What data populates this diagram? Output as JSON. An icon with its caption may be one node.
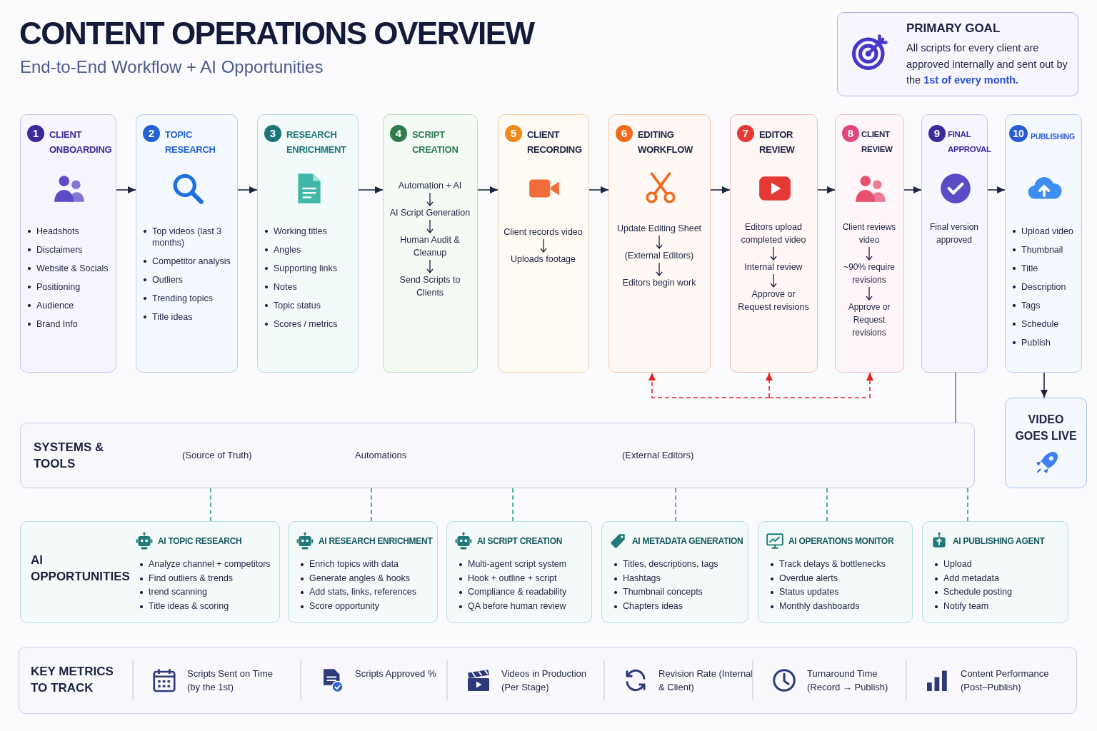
{
  "diagram": {
    "title": "CONTENT OPERATIONS OVERVIEW",
    "nodes": [
      {
        "text": [
          "PRIMARY GOAL",
          "All scripts for every client are approved internally and sent out by the **1st of every month.**"
        ]
      },
      {
        "text": [
          "1",
          "CLIENT ONBOARDING",
          "Headshots",
          "Disclaimers",
          "Website & Socials",
          "Positioning",
          "Audience",
          "Brand Info"
        ]
      },
      {
        "text": [
          "2",
          "TOPIC RESEARCH",
          "Top videos (last 3 months)",
          "Competitor analysis",
          "Outliers",
          "Trending topics",
          "Title ideas"
        ]
      },
      {
        "text": [
          "3",
          "RESEARCH ENRICHMENT",
          "Working titles",
          "Angles",
          "Supporting links",
          "Notes",
          "Topic status",
          "Scores / metrics"
        ]
      },
      {
        "text": [
          "4",
          "SCRIPT CREATION",
          "Automation + AI",
          "AI Script Generation",
          "Human Audit & Cleanup",
          "Send Scripts to Clients"
        ]
      },
      {
        "text": [
          "5",
          "CLIENT RECORDING",
          "Client records video",
          "Uploads footage"
        ]
      },
      {
        "text": [
          "6",
          "EDITING WORKFLOW",
          "Update Editing Sheet",
          "(External Editors)",
          "Editors begin work"
        ]
      },
      {
        "text": [
          "7",
          "EDITOR REVIEW",
          "Editors upload completed video",
          "Internal review",
          "Approve or Request revisions"
        ]
      },
      {
        "text": [
          "8",
          "CLIENT REVIEW",
          "Client reviews video",
          "~90% require revisions",
          "Approve or Request revisions"
        ]
      },
      {
        "text": [
          "9",
          "FINAL APPROVAL",
          "Final version approved"
        ]
      },
      {
        "text": [
          "10",
          "PUBLISHING",
          "Upload video",
          "Thumbnail",
          "Title",
          "Description",
          "Tags",
          "Schedule",
          "Publish"
        ]
      },
      {
        "text": [
          "VIDEO GOES LIVE"
        ]
      },
      {
        "text": [
          "SYSTEMS & TOOLS",
          "(Source of Truth)",
          "Automations",
          "(External Editors)"
        ]
      },
      {
        "text": [
          "AI OPPORTUNITIES",
          "AI TOPIC RESEARCH",
          "Analyze channel + competitors",
          "Find outliers & trends",
          "trend scanning",
          "Title ideas & scoring"
        ]
      },
      {
        "text": [
          "AI RESEARCH ENRICHMENT",
          "Enrich topics with data",
          "Generate angles & hooks",
          "Add stats, links, references",
          "Score opportunity"
        ]
      },
      {
        "text": [
          "AI SCRIPT CREATION",
          "Multi-agent script system",
          "Hook + outline + script",
          "Compliance & readability",
          "QA before human review"
        ]
      },
      {
        "text": [
          "AI METADATA GENERATION",
          "Titles, descriptions, tags",
          "Hashtags",
          "Thumbnail concepts",
          "Chapters ideas"
        ]
      },
      {
        "text": [
          "AI OPERATIONS MONITOR",
          "Track delays & bottlenecks",
          "Overdue alerts",
          "Status updates",
          "Monthly dashboards"
        ]
      },
      {
        "text": [
          "AI PUBLISHING AGENT",
          "Upload",
          "Add metadata",
          "Schedule posting",
          "Notify team"
        ]
      },
      {
        "text": [
          "KEY METRICS TO TRACK",
          "Scripts Sent on Time (by the 1st)",
          "Scripts Approved %",
          "Videos in Production (Per Stage)",
          "Revision Rate (Internal & Client)",
          "Turnaround Time (Record → Publish)",
          "Content Performance (Post–Publish)"
        ]
      }
    ],
    "edges": [
      {
        "from": 1,
        "to": 2,
        "arrow": "to"
      },
      {
        "from": 2,
        "to": 3,
        "arrow": "to"
      },
      {
        "from": 3,
        "to": 4,
        "arrow": "to"
      },
      {
        "from": 4,
        "to": 5,
        "arrow": "to"
      },
      {
        "from": 5,
        "to": 6,
        "arrow": "to"
      },
      {
        "from": 6,
        "to": 7,
        "arrow": "to"
      },
      {
        "from": 7,
        "to": 8,
        "arrow": "to"
      },
      {
        "from": 8,
        "to": 9,
        "arrow": "to"
      },
      {
        "from": 9,
        "to": 10,
        "arrow": "to"
      },
      {
        "from": 10,
        "to": 11,
        "arrow": "to"
      },
      {
        "from": null,
        "to": 6,
        "arrow": "to",
        "style": "dashed",
        "color": "#e02424"
      },
      {
        "from": null,
        "to": 7,
        "arrow": "to",
        "style": "dashed",
        "color": "#e02424"
      },
      {
        "from": null,
        "to": 8,
        "arrow": "to",
        "style": "dashed",
        "color": "#e02424"
      },
      {
        "from": 9,
        "to": 12,
        "arrow": "none",
        "color": "#7b6fb8"
      },
      {
        "from": 12,
        "to": 13,
        "arrow": "none",
        "style": "dashed",
        "color": "#2a9d8f"
      },
      {
        "from": 12,
        "to": 14,
        "arrow": "none",
        "style": "dashed",
        "color": "#2a9d8f"
      },
      {
        "from": 12,
        "to": 15,
        "arrow": "none",
        "style": "dashed",
        "color": "#2a9d8f"
      },
      {
        "from": 12,
        "to": 16,
        "arrow": "none",
        "style": "dashed",
        "color": "#2a9d8f"
      },
      {
        "from": 12,
        "to": 17,
        "arrow": "none",
        "style": "dashed",
        "color": "#2a9d8f"
      },
      {
        "from": 12,
        "to": 18,
        "arrow": "none",
        "style": "dashed",
        "color": "#2a9d8f"
      }
    ],
    "labels": [
      "End-to-End Workflow + AI Opportunities"
    ]
  }
}
